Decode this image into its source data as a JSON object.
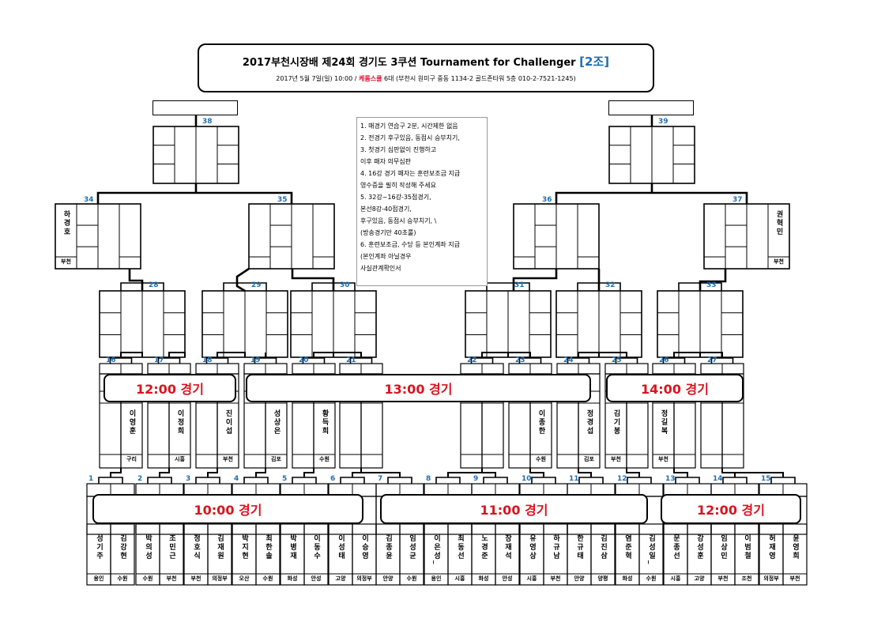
{
  "title": {
    "main": "2017부천시장배  제24회 경기도 3쿠션 Tournament for Challenger",
    "group": "[2조]",
    "date": "2017년 5월 7일(일) 10:00 /",
    "venue": "케롬스쿨",
    "address": "6대 (부천시 원미구 중동 1134-2 골드존타워 5층 010-2-7521-1245)"
  },
  "notes": [
    "1. 매경기 연습구 2분, 시간제한 없음",
    "2. 전경기 후구있음, 동점시 승부치기,",
    "3. 첫경기 심판없이 진행하고",
    "   이후 패자 의무심판",
    "4. 16강 경기 패자는 훈련보조금 지급",
    "   영수증을 필히 작성해 주세요",
    "5. 32강~16강-35점경기,",
    "   본선8강-40점경기,",
    "   후구있음, 동점시 승부치기, \\",
    "   (방송경기만 40초룰)",
    "6. 훈련보조금, 수당 등 본인계좌 지급",
    "   (본인계좌 아닐경우",
    "사실관계확인서"
  ],
  "banners": {
    "round1_a": "10:00 경기",
    "round1_b": "11:00 경기",
    "round1_c": "12:00 경기",
    "round2_a": "12:00 경기",
    "round2_b": "13:00 경기",
    "round2_c": "14:00 경기"
  },
  "round1": [
    {
      "num": "1",
      "players": [
        {
          "name": "성기주",
          "aff": "용인"
        },
        {
          "name": "김강현",
          "aff": "수원"
        }
      ]
    },
    {
      "num": "2",
      "players": [
        {
          "name": "박의성",
          "aff": "수원"
        },
        {
          "name": "조민근",
          "aff": "부천"
        }
      ]
    },
    {
      "num": "3",
      "players": [
        {
          "name": "정호식",
          "aff": "부천"
        },
        {
          "name": "김재원",
          "aff": "의정부"
        }
      ]
    },
    {
      "num": "4",
      "players": [
        {
          "name": "박지현",
          "aff": "오산"
        },
        {
          "name": "최한솔",
          "aff": "수원"
        }
      ]
    },
    {
      "num": "5",
      "players": [
        {
          "name": "박병재",
          "aff": "화성"
        },
        {
          "name": "이동수",
          "aff": "안성"
        }
      ]
    },
    {
      "num": "6",
      "players": [
        {
          "name": "이성태",
          "aff": "고양"
        },
        {
          "name": "이승영",
          "aff": "의정부"
        }
      ]
    },
    {
      "num": "7",
      "players": [
        {
          "name": "김종윤",
          "aff": "안양"
        },
        {
          "name": "임성균",
          "aff": "수원"
        }
      ]
    },
    {
      "num": "8",
      "players": [
        {
          "name": "이은성_",
          "aff": "용인"
        },
        {
          "name": "최동선",
          "aff": "시흥"
        }
      ]
    },
    {
      "num": "9",
      "players": [
        {
          "name": "노경준",
          "aff": "화성"
        },
        {
          "name": "장재석",
          "aff": "안성"
        }
      ]
    },
    {
      "num": "10",
      "players": [
        {
          "name": "유영상",
          "aff": "시흥"
        },
        {
          "name": "하규남",
          "aff": "부천"
        }
      ]
    },
    {
      "num": "11",
      "players": [
        {
          "name": "한규태",
          "aff": "안양"
        },
        {
          "name": "김진삼",
          "aff": "양평"
        }
      ]
    },
    {
      "num": "12",
      "players": [
        {
          "name": "염준혁",
          "aff": "화성"
        },
        {
          "name": "김성일_",
          "aff": "수원"
        }
      ]
    },
    {
      "num": "13",
      "players": [
        {
          "name": "문종선",
          "aff": "시흥"
        },
        {
          "name": "강성훈",
          "aff": "고양"
        }
      ]
    },
    {
      "num": "14",
      "players": [
        {
          "name": "임상민",
          "aff": "부천"
        },
        {
          "name": "이범철",
          "aff": "조천"
        }
      ]
    },
    {
      "num": "15",
      "players": [
        {
          "name": "허재영",
          "aff": "의정부"
        },
        {
          "name": "윤영희",
          "aff": "부천"
        }
      ]
    }
  ],
  "round2": [
    {
      "num": "16",
      "players": [
        {
          "name": "",
          "aff": ""
        },
        {
          "name": "이영훈",
          "aff": "구리"
        }
      ]
    },
    {
      "num": "17",
      "players": [
        {
          "name": "",
          "aff": ""
        },
        {
          "name": "이정희",
          "aff": "시흥"
        }
      ]
    },
    {
      "num": "18",
      "players": [
        {
          "name": "",
          "aff": ""
        },
        {
          "name": "진이섭",
          "aff": "부천"
        }
      ]
    },
    {
      "num": "19",
      "players": [
        {
          "name": "",
          "aff": ""
        },
        {
          "name": "성상은",
          "aff": "김포"
        }
      ]
    },
    {
      "num": "20",
      "players": [
        {
          "name": "",
          "aff": ""
        },
        {
          "name": "황득희",
          "aff": "수원"
        }
      ]
    },
    {
      "num": "21",
      "players": [
        {
          "name": "",
          "aff": ""
        },
        {
          "name": "",
          "aff": ""
        }
      ]
    },
    {
      "num": "22",
      "players": [
        {
          "name": "",
          "aff": ""
        },
        {
          "name": "",
          "aff": ""
        }
      ]
    },
    {
      "num": "23",
      "players": [
        {
          "name": "",
          "aff": ""
        },
        {
          "name": "이종한",
          "aff": "수원"
        }
      ]
    },
    {
      "num": "24",
      "players": [
        {
          "name": "",
          "aff": ""
        },
        {
          "name": "정경섭",
          "aff": "김포"
        }
      ]
    },
    {
      "num": "25",
      "players": [
        {
          "name": "김기봉",
          "aff": "부천"
        },
        {
          "name": "",
          "aff": ""
        }
      ]
    },
    {
      "num": "26",
      "players": [
        {
          "name": "정길복",
          "aff": "부천"
        },
        {
          "name": "",
          "aff": ""
        }
      ]
    },
    {
      "num": "27",
      "players": [
        {
          "name": "",
          "aff": ""
        },
        {
          "name": "",
          "aff": ""
        }
      ]
    }
  ],
  "round3": [
    "28",
    "29",
    "30",
    "31",
    "32",
    "33"
  ],
  "round4": [
    {
      "num": "34",
      "player": {
        "name": "하경호",
        "aff": "부천"
      }
    },
    {
      "num": "35",
      "player": {
        "name": "",
        "aff": ""
      }
    },
    {
      "num": "36",
      "player": {
        "name": "",
        "aff": ""
      }
    },
    {
      "num": "37",
      "player": {
        "name": "권혁민",
        "aff": "부천"
      }
    }
  ],
  "round5": [
    "38",
    "39"
  ]
}
